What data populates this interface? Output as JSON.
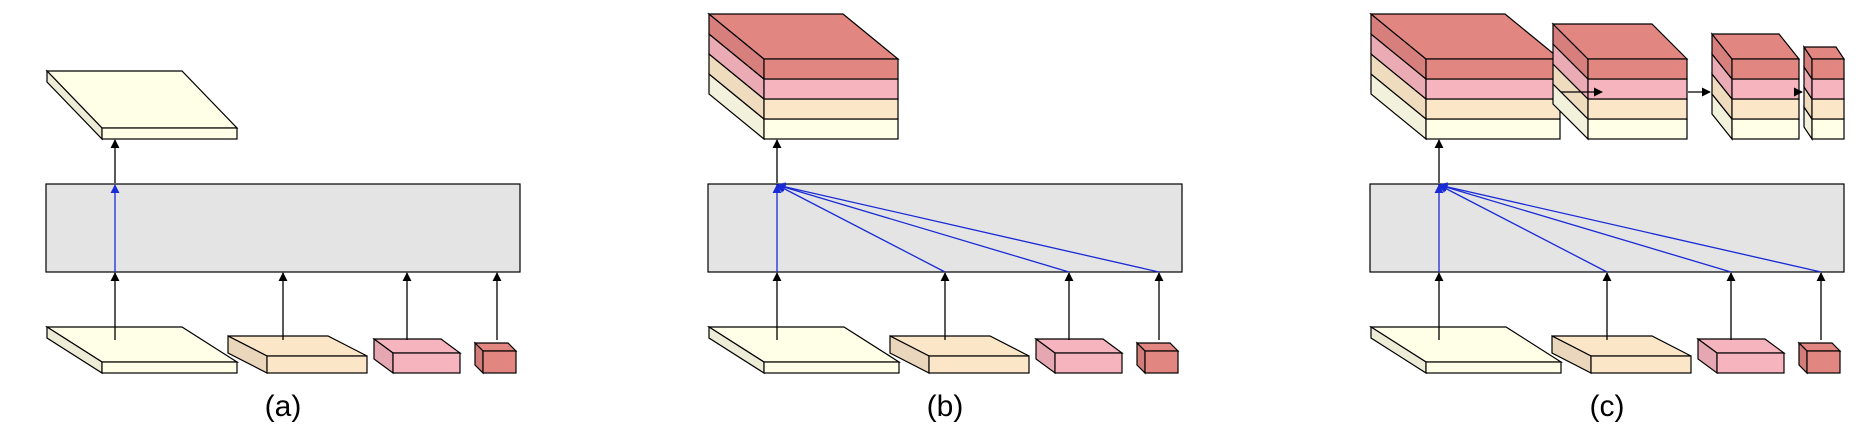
{
  "colors": {
    "level1": "#fffee6",
    "level2": "#fce6c8",
    "level3": "#f6b4be",
    "level4": "#e28682",
    "module": "#e4e4e4",
    "attention_arrow": "#1a2bd6",
    "arrow": "#000000",
    "stroke": "#000000"
  },
  "panels": [
    {
      "id": "a",
      "label": "(a)"
    },
    {
      "id": "b",
      "label": "(b)"
    },
    {
      "id": "c",
      "label": "(c)"
    }
  ]
}
